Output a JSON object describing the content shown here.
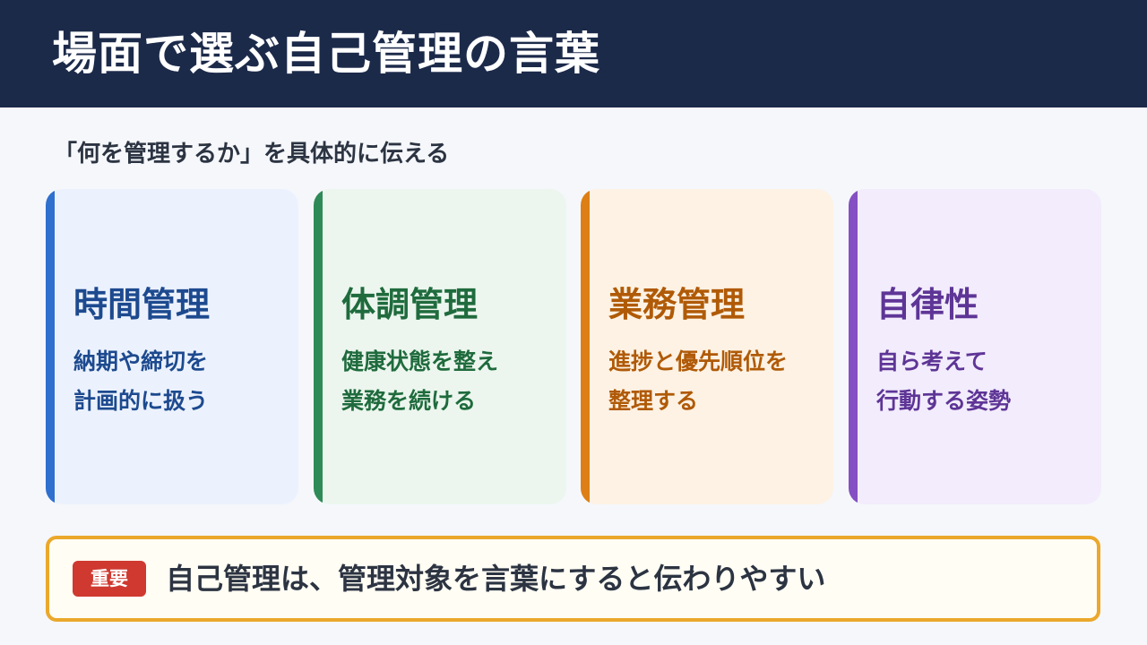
{
  "header": {
    "title": "場面で選ぶ自己管理の言葉"
  },
  "subtitle": "「何を管理するか」を具体的に伝える",
  "cards": [
    {
      "title": "時間管理",
      "lines": [
        "納期や締切を",
        "計画的に扱う"
      ],
      "accent": "#2f6fce"
    },
    {
      "title": "体調管理",
      "lines": [
        "健康状態を整え",
        "業務を続ける"
      ],
      "accent": "#2e8a57"
    },
    {
      "title": "業務管理",
      "lines": [
        "進捗と優先順位を",
        "整理する"
      ],
      "accent": "#dd7f15"
    },
    {
      "title": "自律性",
      "lines": [
        "自ら考えて",
        "行動する姿勢"
      ],
      "accent": "#8450c3"
    }
  ],
  "note": {
    "badge": "重要",
    "text": "自己管理は、管理対象を言葉にすると伝わりやすい",
    "border_color": "#eba82b",
    "badge_color": "#cf3930"
  }
}
